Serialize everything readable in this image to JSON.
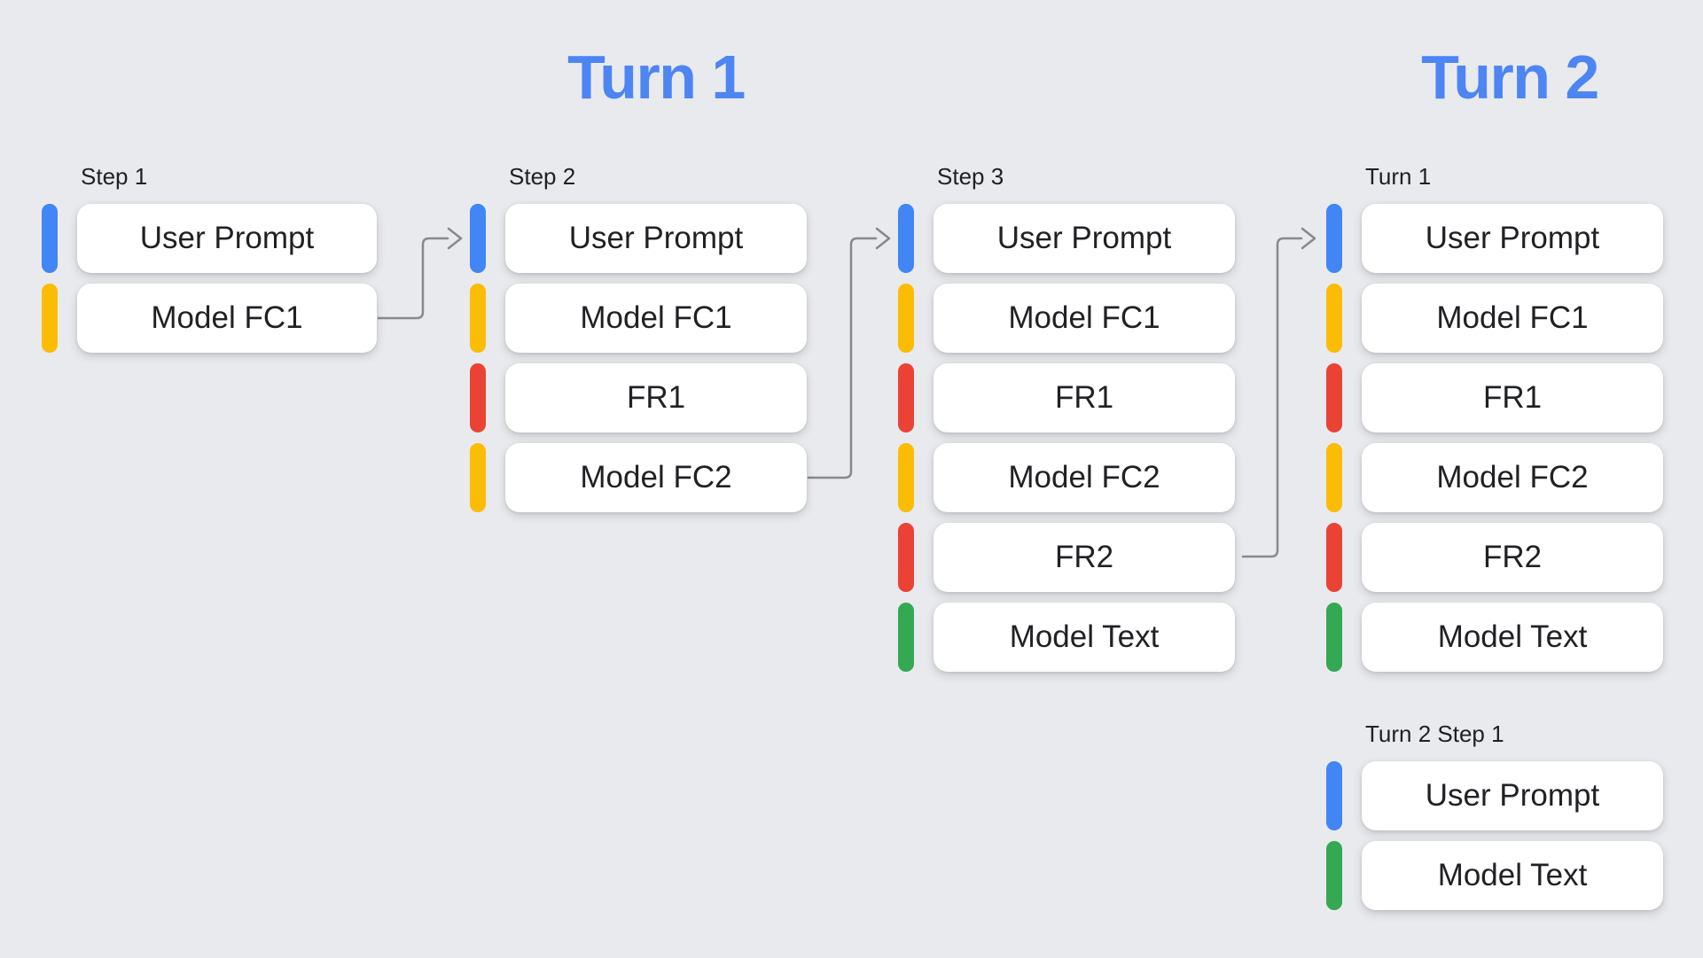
{
  "titles": {
    "turn1": "Turn 1",
    "turn2": "Turn 2"
  },
  "colors": {
    "background": "#e9eaee",
    "title-blue": "#4d85f2",
    "box-bg": "#ffffff",
    "text": "#202124",
    "arrow": "#85898e",
    "blue": "#4285f4",
    "yellow": "#fbbc05",
    "red": "#ea4335",
    "green": "#34a853"
  },
  "groups": [
    {
      "label": "Step 1",
      "rows": [
        {
          "label": "User Prompt",
          "color": "blue"
        },
        {
          "label": "Model FC1",
          "color": "yellow"
        }
      ]
    },
    {
      "label": "Step 2",
      "rows": [
        {
          "label": "User Prompt",
          "color": "blue"
        },
        {
          "label": "Model FC1",
          "color": "yellow"
        },
        {
          "label": "FR1",
          "color": "red"
        },
        {
          "label": "Model FC2",
          "color": "yellow"
        }
      ]
    },
    {
      "label": "Step 3",
      "rows": [
        {
          "label": "User Prompt",
          "color": "blue"
        },
        {
          "label": "Model FC1",
          "color": "yellow"
        },
        {
          "label": "FR1",
          "color": "red"
        },
        {
          "label": "Model FC2",
          "color": "yellow"
        },
        {
          "label": "FR2",
          "color": "red"
        },
        {
          "label": "Model Text",
          "color": "green"
        }
      ]
    },
    {
      "label": "Turn 1",
      "rows": [
        {
          "label": "User Prompt",
          "color": "blue"
        },
        {
          "label": "Model FC1",
          "color": "yellow"
        },
        {
          "label": "FR1",
          "color": "red"
        },
        {
          "label": "Model FC2",
          "color": "yellow"
        },
        {
          "label": "FR2",
          "color": "red"
        },
        {
          "label": "Model Text",
          "color": "green"
        }
      ]
    },
    {
      "label": "Turn 2 Step 1",
      "rows": [
        {
          "label": "User Prompt",
          "color": "blue"
        },
        {
          "label": "Model Text",
          "color": "green"
        }
      ]
    }
  ],
  "arrows": [
    {
      "from": "Step 1 / Model FC1",
      "to": "Step 2 / User Prompt"
    },
    {
      "from": "Step 2 / Model FC2",
      "to": "Step 3 / User Prompt"
    },
    {
      "from": "Step 3 / FR2",
      "to": "Turn 1 / User Prompt"
    }
  ]
}
